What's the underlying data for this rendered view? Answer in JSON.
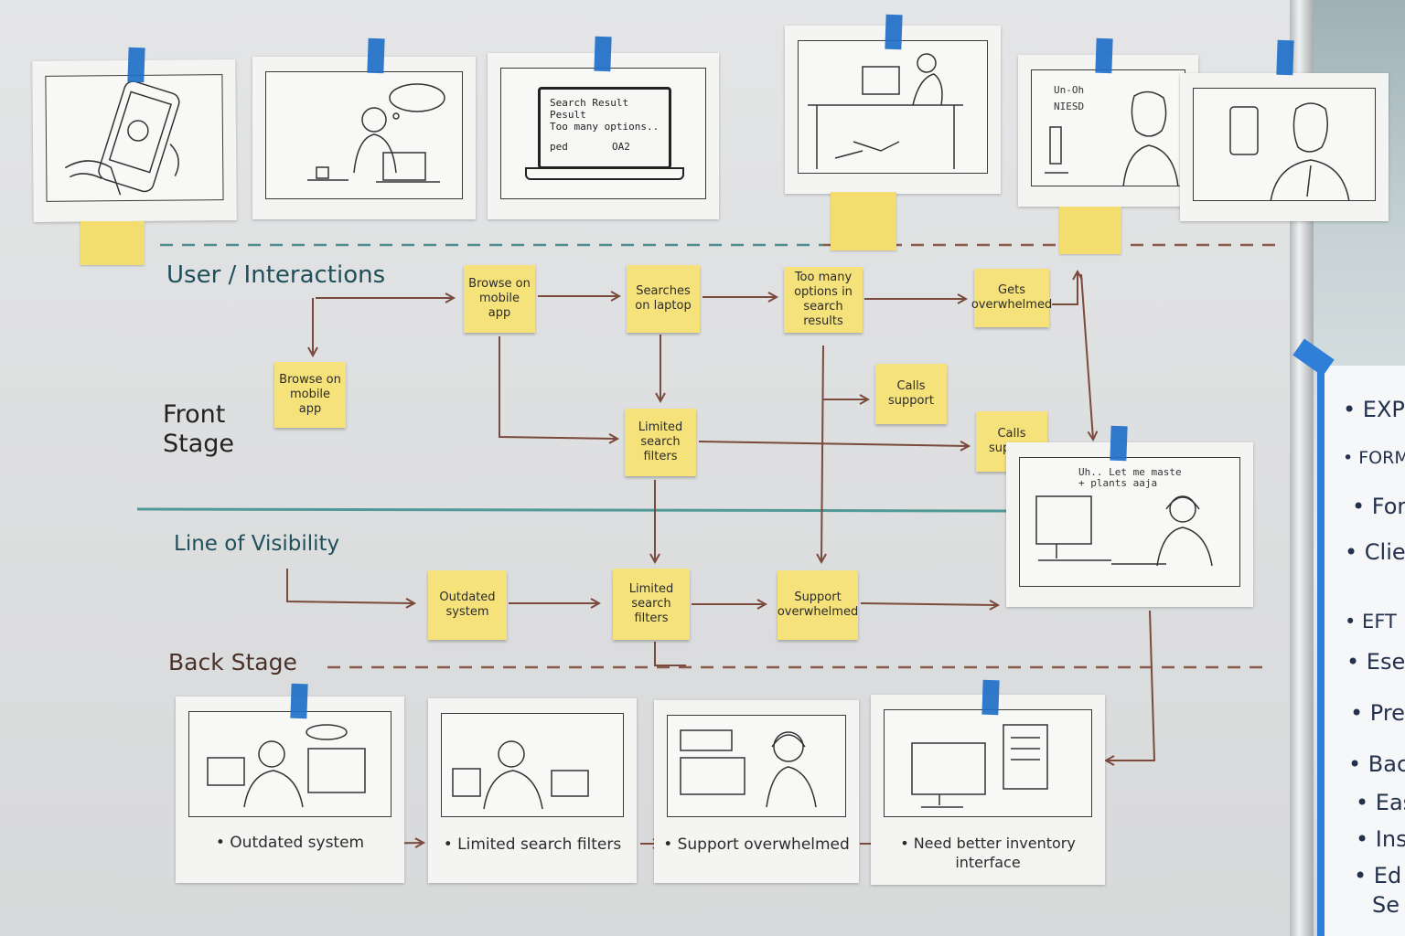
{
  "lanes": {
    "user_interactions": "User / Interactions",
    "front_stage": "Front Stage",
    "line_of_visibility": "Line of Visibility",
    "back_stage": "Back Stage"
  },
  "user_row": {
    "browse_mobile": "Browse on mobile app",
    "searches_laptop": "Searches on laptop",
    "too_many_options": "Too many options in search results",
    "gets_overwhelmed": "Gets overwhelmed"
  },
  "front_row": {
    "browse_mobile": "Browse on mobile app",
    "limited_filters": "Limited search filters",
    "calls_support_1": "Calls support",
    "calls_support_2": "Calls support"
  },
  "back_row": {
    "outdated_system": "Outdated system",
    "limited_filters": "Limited search filters",
    "support_overwhelmed": "Support overwhelmed"
  },
  "top_sketches": {
    "laptop_screen_title": "Search Result Pesult",
    "laptop_screen_line1": "Too many options..",
    "laptop_screen_line2": "ped",
    "laptop_screen_line3": "OA2",
    "sketch5_note1": "Un-Oh",
    "sketch5_note2": "NIESD"
  },
  "support_sketch": {
    "note": "Uh.. Let me maste + plants aaja"
  },
  "bottom_captions": {
    "c1": "• Outdated system",
    "c2": "• Limited search filters",
    "c3": "• Support overwhelmed",
    "c4": "• Need better inventory interface"
  },
  "flip_chart": {
    "items": [
      "• EXP",
      "• FORM",
      "• For",
      "• Clie",
      "• EFT",
      "• Ese",
      "• Pre",
      "• Bac",
      "• Eas",
      "• Inst",
      "• Ed",
      "Se"
    ]
  },
  "colors": {
    "sticky": "#f6e27a",
    "tape": "#1f6fc8",
    "arrow": "#7a4a3c",
    "dashed_line": "#8a5a4c",
    "visibility_line": "#4f9a96",
    "lane_text": "#1f4f5a"
  }
}
